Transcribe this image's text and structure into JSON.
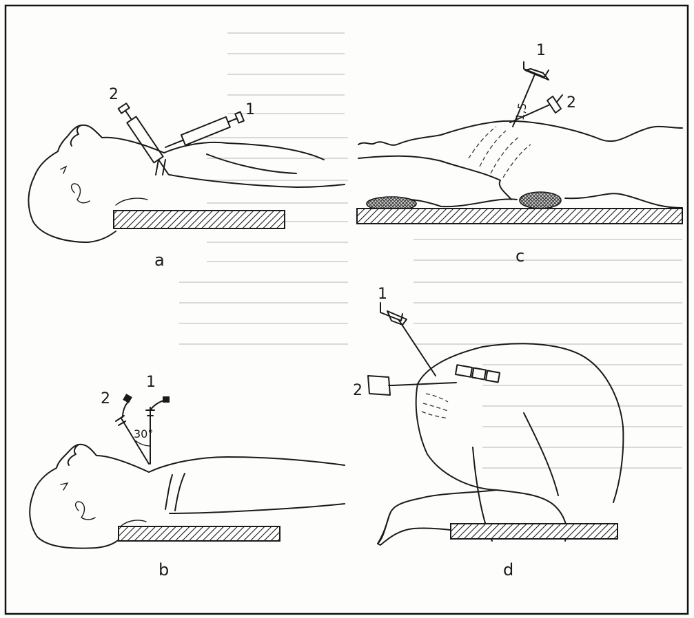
{
  "panels": [
    {
      "id": "a",
      "label": "a",
      "needle_labels": [
        "1",
        "2"
      ]
    },
    {
      "id": "b",
      "label": "b",
      "needle_labels": [
        "1",
        "2"
      ],
      "angle_label": "30°"
    },
    {
      "id": "c",
      "label": "c",
      "needle_labels": [
        "1",
        "2"
      ],
      "depth_label": "1,5"
    },
    {
      "id": "d",
      "label": "d",
      "needle_labels": [
        "1",
        "2"
      ]
    }
  ],
  "colors": {
    "line": "#1a1a1a",
    "paper": "#fdfdfb",
    "faint_text": "#d9d9d5"
  }
}
